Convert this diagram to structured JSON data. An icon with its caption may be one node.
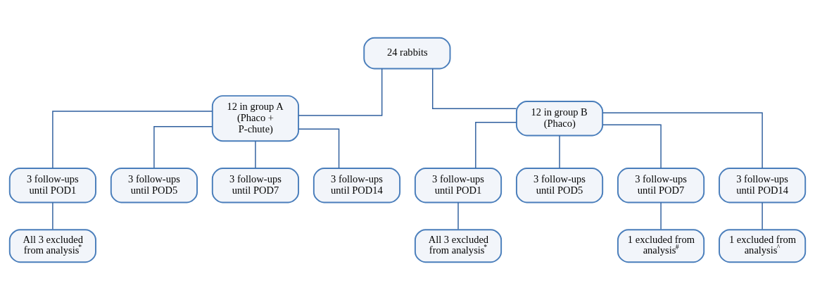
{
  "diagram": {
    "nodes": [
      {
        "text": [
          "24 rabbits"
        ]
      },
      {
        "text": [
          "12 in group A (Phaco + P-chute)"
        ]
      },
      {
        "text": [
          "12 in group B (Phaco)"
        ]
      },
      {
        "text": [
          "3 follow-ups until POD1"
        ]
      },
      {
        "text": [
          "3 follow-ups until POD5"
        ]
      },
      {
        "text": [
          "3 follow-ups until POD7"
        ]
      },
      {
        "text": [
          "3 follow-ups until POD14"
        ]
      },
      {
        "text": [
          "3 follow-ups until POD1"
        ]
      },
      {
        "text": [
          "3 follow-ups until POD5"
        ]
      },
      {
        "text": [
          "3 follow-ups until POD7"
        ]
      },
      {
        "text": [
          "3 follow-ups until POD14"
        ]
      },
      {
        "text": [
          "All 3 excluded from analysis$^{*}$"
        ]
      },
      {
        "text": [
          "All 3 excluded from analysis$^{*}$"
        ]
      },
      {
        "text": [
          "1 excluded from analysis$^{#}$"
        ]
      },
      {
        "text": [
          "1 excluded from analysis$^{^}$"
        ]
      }
    ],
    "edges": [
      {
        "from": 0,
        "to": 1,
        "arrow": "none"
      },
      {
        "from": 0,
        "to": 2,
        "arrow": "none"
      },
      {
        "from": 1,
        "to": 3,
        "arrow": "none"
      },
      {
        "from": 1,
        "to": 4,
        "arrow": "none"
      },
      {
        "from": 1,
        "to": 5,
        "arrow": "none"
      },
      {
        "from": 1,
        "to": 6,
        "arrow": "none"
      },
      {
        "from": 2,
        "to": 7,
        "arrow": "none"
      },
      {
        "from": 2,
        "to": 8,
        "arrow": "none"
      },
      {
        "from": 2,
        "to": 9,
        "arrow": "none"
      },
      {
        "from": 2,
        "to": 10,
        "arrow": "none"
      },
      {
        "from": 3,
        "to": 11,
        "arrow": "none"
      },
      {
        "from": 7,
        "to": 12,
        "arrow": "none"
      },
      {
        "from": 9,
        "to": 13,
        "arrow": "none"
      },
      {
        "from": 10,
        "to": 14,
        "arrow": "none"
      }
    ]
  }
}
